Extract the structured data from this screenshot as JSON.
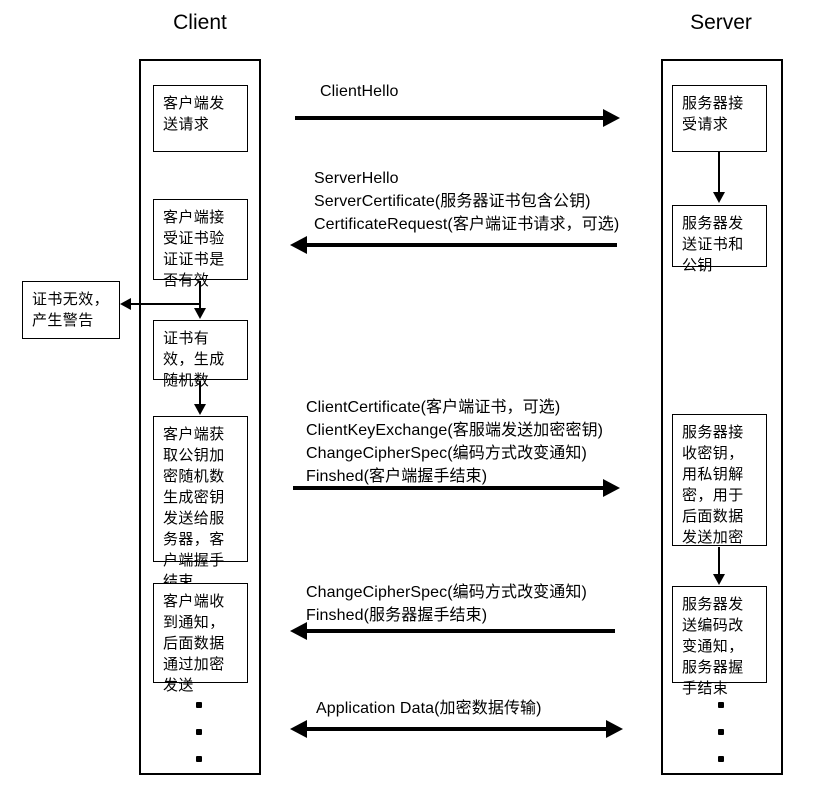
{
  "diagram": {
    "title_client": "Client",
    "title_server": "Server"
  },
  "client_boxes": [
    {
      "id": "client-request",
      "text": "客户端发送请求"
    },
    {
      "id": "client-verify",
      "text": "客户端接受证书验证证书是否有效"
    },
    {
      "id": "cert-valid",
      "text": "证书有效，生成随机数"
    },
    {
      "id": "client-key",
      "text": "客户端获取公钥加密随机数生成密钥发送给服务器，客户端握手结束"
    },
    {
      "id": "client-notified",
      "text": "客户端收到通知，后面数据通过加密发送"
    }
  ],
  "external_boxes": [
    {
      "id": "cert-invalid",
      "text": "证书无效，产生警告"
    }
  ],
  "server_boxes": [
    {
      "id": "server-accept",
      "text": "服务器接受请求"
    },
    {
      "id": "server-send-cert",
      "text": "服务器发送证书和公钥"
    },
    {
      "id": "server-decrypt",
      "text": "服务器接收密钥，用私钥解密，用于后面数据发送加密"
    },
    {
      "id": "server-change-cipher",
      "text": "服务器发送编码改变通知，服务器握手结束"
    }
  ],
  "messages": [
    {
      "id": "msg-client-hello",
      "direction": "right",
      "lines": [
        "ClientHello"
      ]
    },
    {
      "id": "msg-server-hello",
      "direction": "left",
      "lines": [
        "ServerHello",
        "ServerCertificate(服务器证书包含公钥)",
        "CertificateRequest(客户端证书请求，可选)"
      ]
    },
    {
      "id": "msg-client-key-exchange",
      "direction": "right",
      "lines": [
        "ClientCertificate(客户端证书，可选)",
        "ClientKeyExchange(客服端发送加密密钥)",
        "ChangeCipherSpec(编码方式改变通知)",
        "Finshed(客户端握手结束)"
      ]
    },
    {
      "id": "msg-server-change-cipher",
      "direction": "left",
      "lines": [
        "ChangeCipherSpec(编码方式改变通知)",
        "Finshed(服务器握手结束)"
      ]
    },
    {
      "id": "msg-application-data",
      "direction": "both",
      "lines": [
        "Application Data(加密数据传输)"
      ]
    }
  ],
  "colors": {
    "stroke": "#000000",
    "background": "#ffffff"
  }
}
